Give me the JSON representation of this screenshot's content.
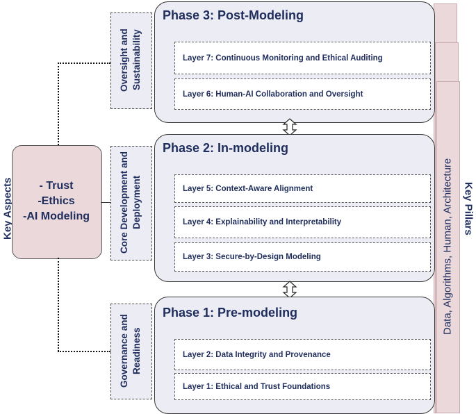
{
  "key_aspects": {
    "label": "Key Aspects",
    "items": [
      "- Trust",
      "-Ethics",
      "-AI Modeling"
    ]
  },
  "key_pillars": {
    "label": "Key Pillars",
    "text": "Data, Algorithms, Human, Architecture"
  },
  "categories": {
    "oversight": "Oversight and Sustainability",
    "core": "Core Development and Deployment",
    "governance": "Governance and Readiness"
  },
  "phases": [
    {
      "title": "Phase 3: Post-Modeling",
      "layers": [
        "Layer 7: Continuous Monitoring and Ethical Auditing",
        "Layer 6: Human-AI Collaboration and Oversight"
      ]
    },
    {
      "title": "Phase 2: In-modeling",
      "layers": [
        "Layer 5: Context-Aware Alignment",
        "Layer 4: Explainability and Interpretability",
        "Layer 3: Secure-by-Design Modeling"
      ]
    },
    {
      "title": "Phase 1: Pre-modeling",
      "layers": [
        "Layer 2: Data Integrity and Provenance",
        "Layer 1: Ethical and Trust Foundations"
      ]
    }
  ],
  "colors": {
    "text": "#1f2d5c",
    "phase_fill": "#ececf5",
    "aspect_fill": "#ead8da"
  }
}
